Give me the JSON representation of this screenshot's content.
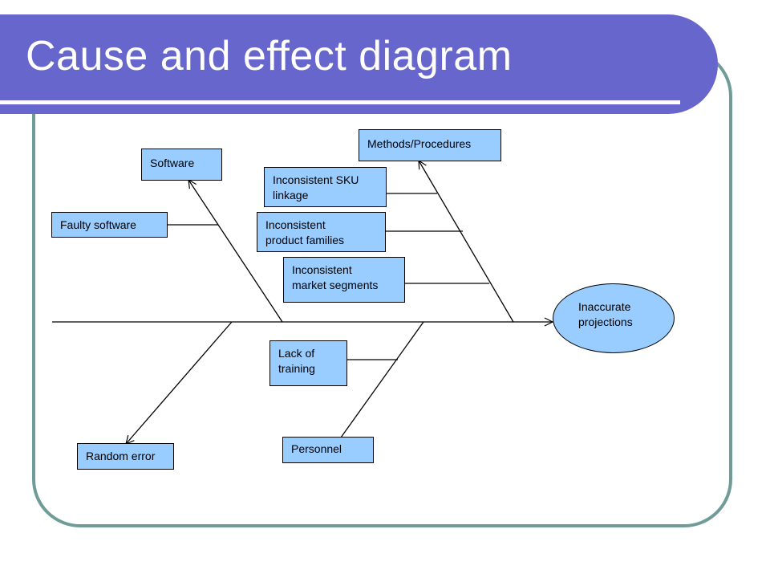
{
  "slide": {
    "title": "Cause and effect diagram"
  },
  "diagram": {
    "effect": [
      "Inaccurate",
      "projections"
    ],
    "categories": {
      "software": "Software",
      "methods": "Methods/Procedures",
      "random": "Random error",
      "personnel": "Personnel"
    },
    "causes": {
      "faulty_software": "Faulty software",
      "sku": [
        "Inconsistent SKU",
        "linkage"
      ],
      "families": [
        "Inconsistent",
        "product families"
      ],
      "segments": [
        "Inconsistent",
        "market segments"
      ],
      "training": [
        "Lack of",
        "training"
      ]
    },
    "colors": {
      "title_bar": "#6666cc",
      "box_fill": "#99ccff",
      "frame": "#6f9c98"
    }
  }
}
